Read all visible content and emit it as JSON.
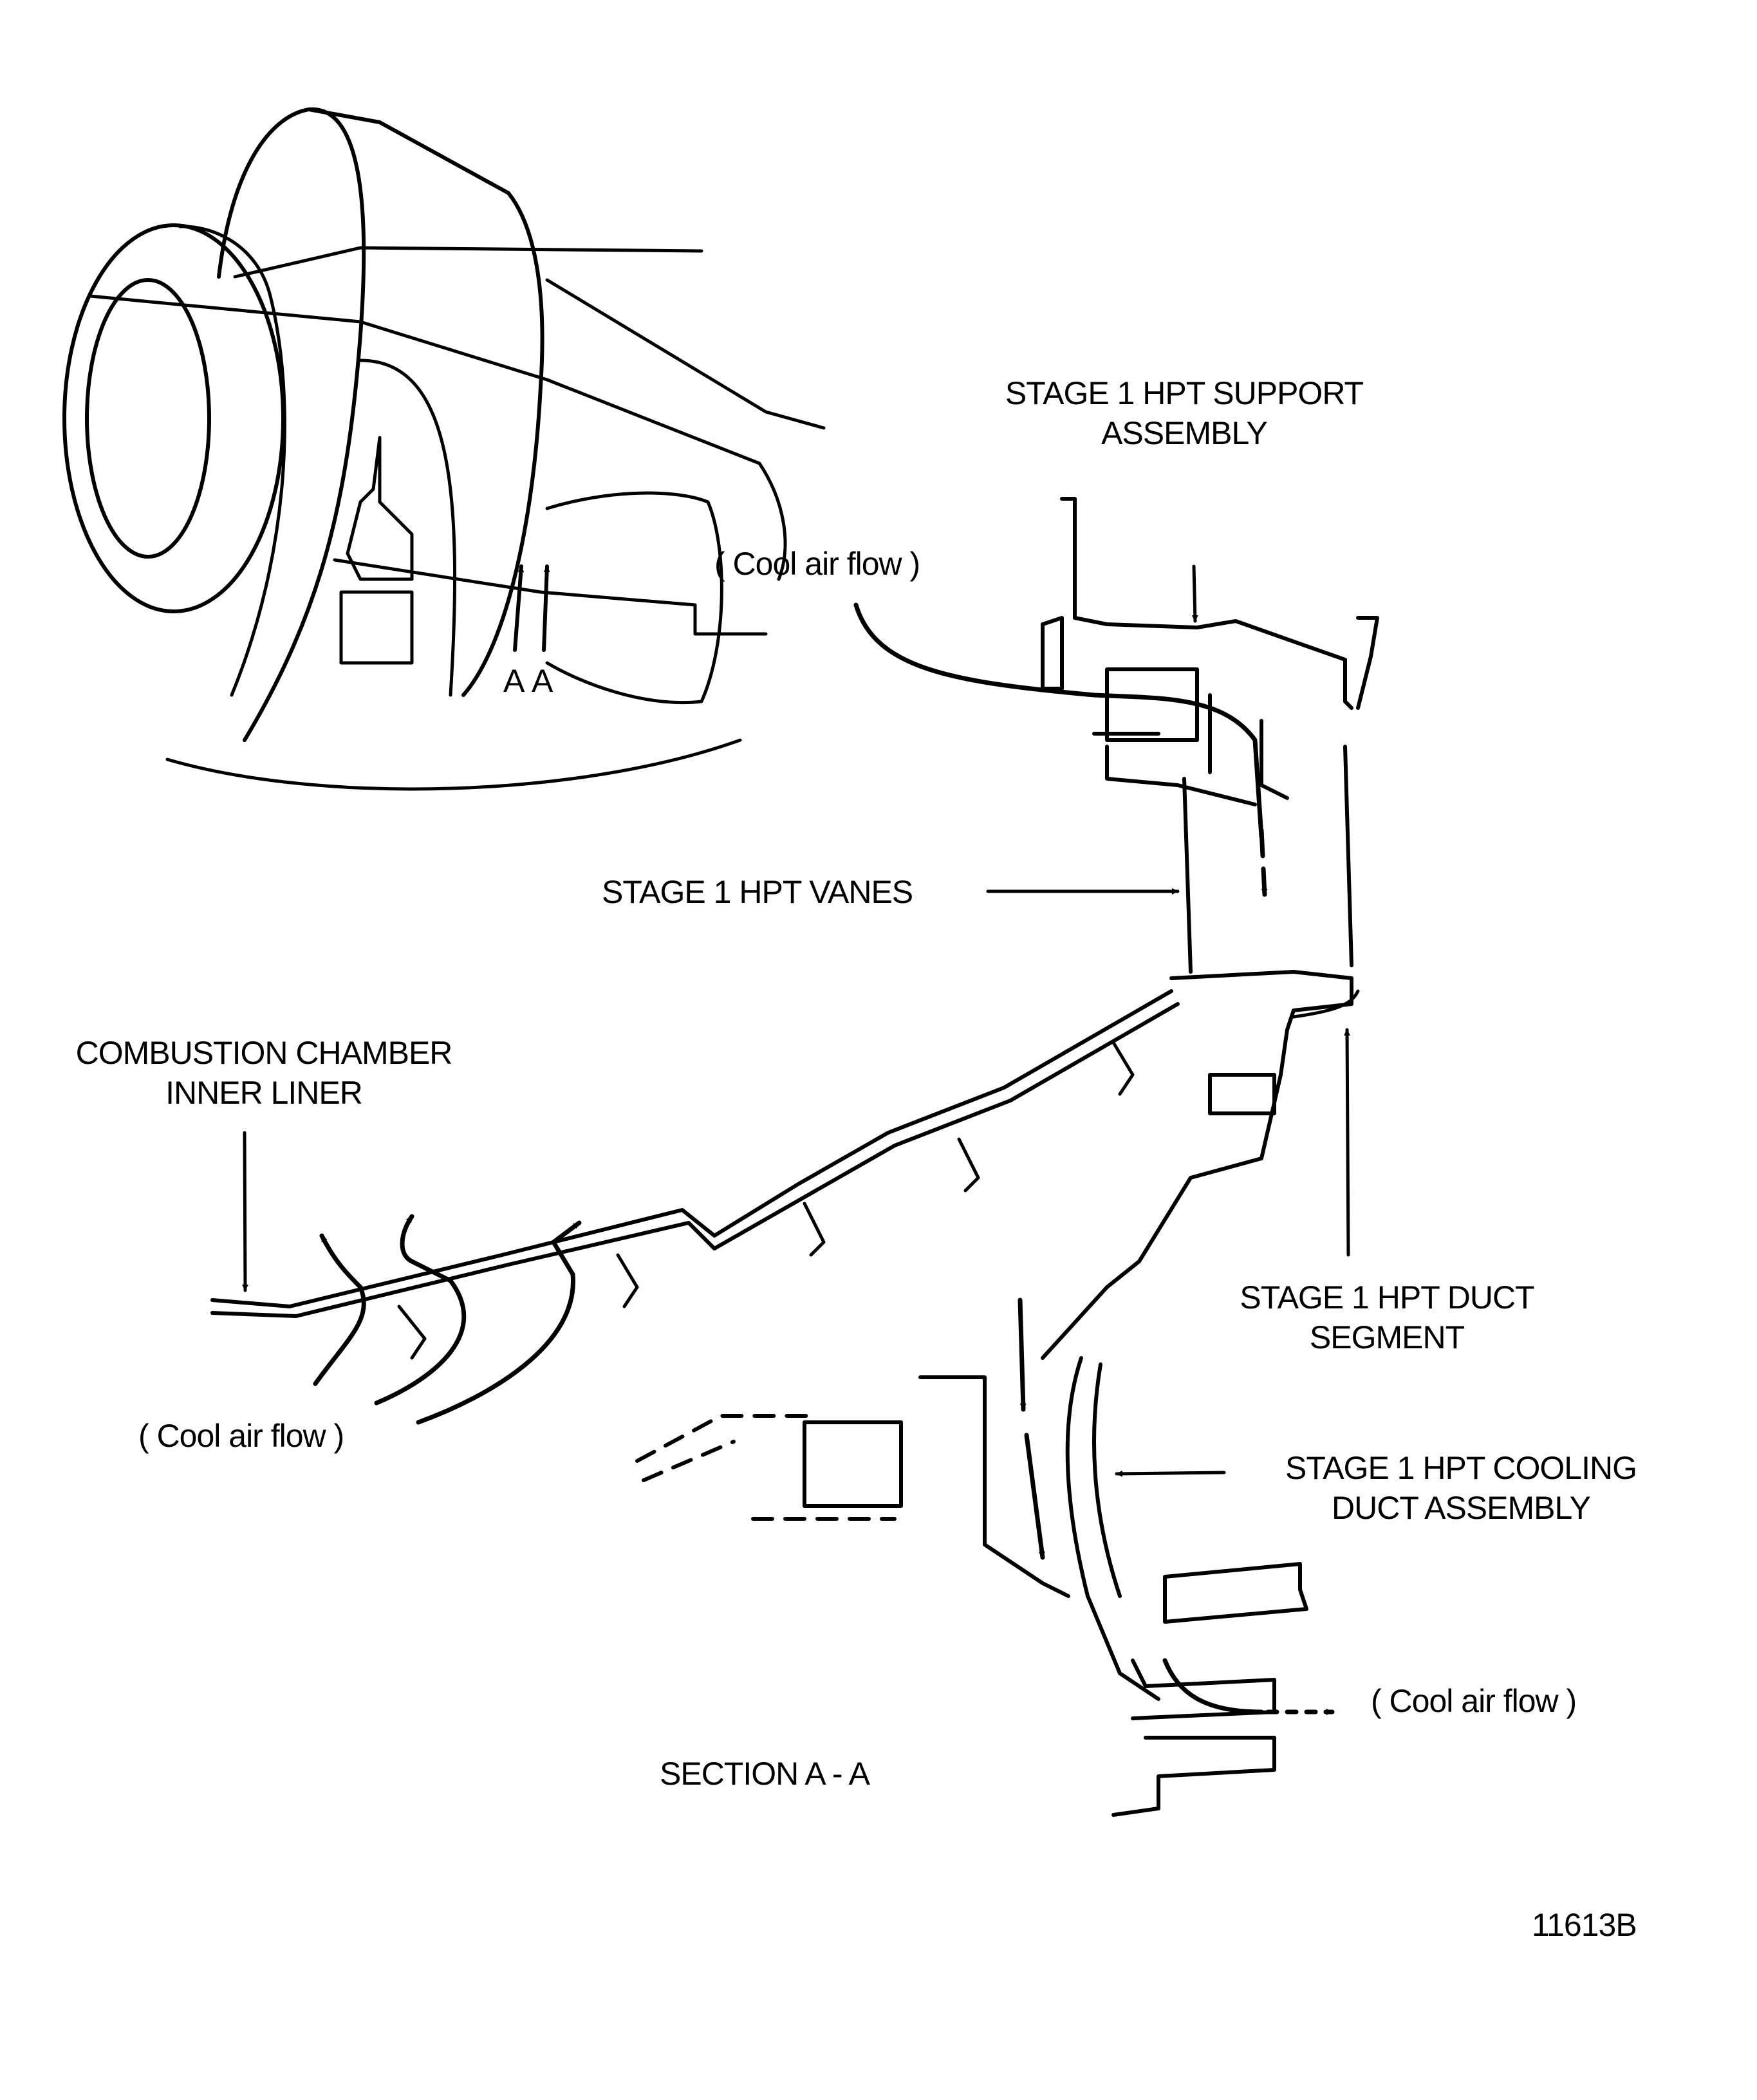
{
  "diagram": {
    "title": "SECTION A - A",
    "figure_number": "11613B",
    "colors": {
      "ink": "#000000",
      "paper": "#ffffff"
    },
    "inset": {
      "description": "engine-perspective-view",
      "section_marks": [
        "A",
        "A"
      ]
    },
    "labels": {
      "support_assembly": [
        "STAGE 1 HPT SUPPORT",
        "ASSEMBLY"
      ],
      "vanes": "STAGE 1 HPT VANES",
      "inner_liner": [
        "COMBUSTION CHAMBER",
        "INNER LINER"
      ],
      "duct_segment": [
        "STAGE 1 HPT DUCT",
        "SEGMENT"
      ],
      "cooling_duct": [
        "STAGE 1 HPT COOLING",
        "DUCT ASSEMBLY"
      ],
      "cool_air_top": "( Cool air flow )",
      "cool_air_left": "( Cool air flow )",
      "cool_air_right": "( Cool air flow )"
    }
  }
}
